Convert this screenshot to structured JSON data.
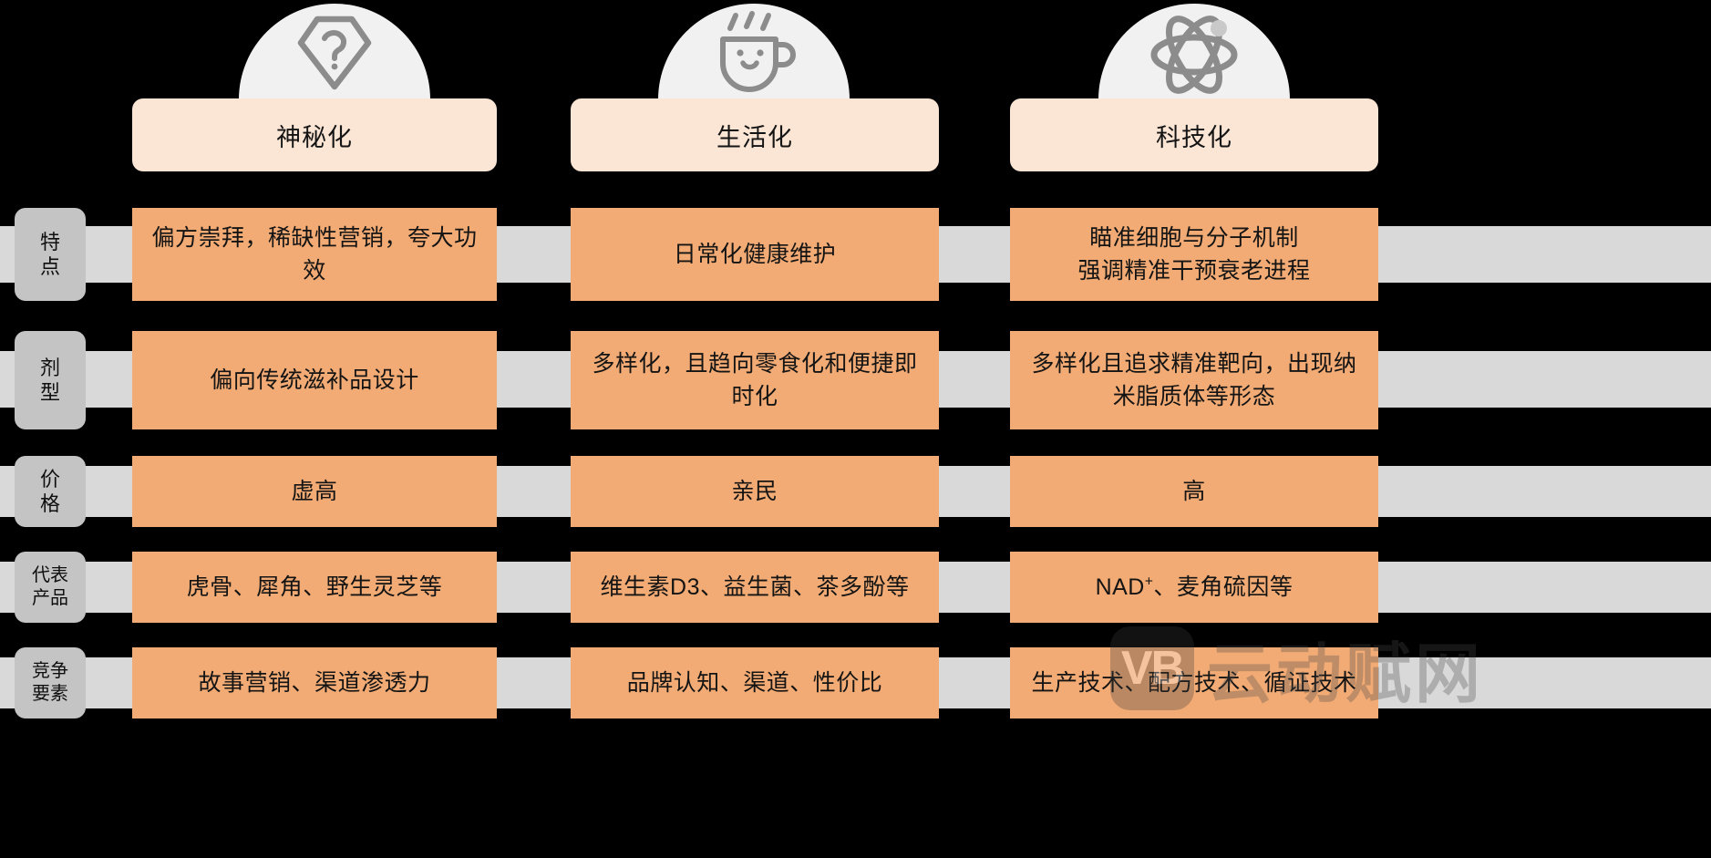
{
  "diagram": {
    "type": "comparison-matrix",
    "title_visible": false,
    "colors": {
      "background": "#000000",
      "header_chip": "#fbe5d4",
      "cell": "#f2ab74",
      "row_label_chip": "#c4c4c4",
      "connector_band": "#d9d9d9",
      "icon_dome": "#f1f1f1",
      "icon_stroke": "#8c8c8c",
      "text": "#141414"
    }
  },
  "columns": [
    {
      "label": "神秘化",
      "icon": "gem-question-icon"
    },
    {
      "label": "生活化",
      "icon": "smiling-mug-icon"
    },
    {
      "label": "科技化",
      "icon": "atom-icon"
    }
  ],
  "rows": [
    {
      "label_lines": [
        "特",
        "点"
      ],
      "label": "特点",
      "cells": [
        "偏方崇拜，稀缺性营销，夸大功效",
        "日常化健康维护",
        "瞄准细胞与分子机制\n强调精准干预衰老进程"
      ]
    },
    {
      "label_lines": [
        "剂",
        "型"
      ],
      "label": "剂型",
      "cells": [
        "偏向传统滋补品设计",
        "多样化，且趋向零食化和便捷即时化",
        "多样化且追求精准靶向，出现纳米脂质体等形态"
      ]
    },
    {
      "label_lines": [
        "价",
        "格"
      ],
      "label": "价格",
      "cells": [
        "虚高",
        "亲民",
        "高"
      ]
    },
    {
      "label_lines": [
        "代表",
        "产品"
      ],
      "label": "代表产品",
      "cells": [
        "虎骨、犀角、野生灵芝等",
        "维生素D3、益生菌、茶多酚等",
        "NAD+、麦角硫因等"
      ]
    },
    {
      "label_lines": [
        "竞争",
        "要素"
      ],
      "label": "竞争要素",
      "cells": [
        "故事营销、渠道渗透力",
        "品牌认知、渠道、性价比",
        "生产技术、配方技术、循证技术"
      ]
    }
  ],
  "watermark": {
    "logo": "VB",
    "text": "云动赋网"
  }
}
